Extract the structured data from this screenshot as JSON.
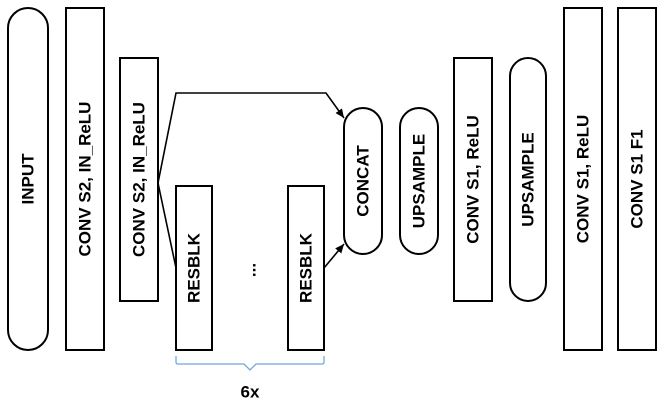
{
  "diagram": {
    "blocks": {
      "input": "INPUT",
      "conv1": "CONV S2, IN_ReLU",
      "conv2": "CONV S2, IN_ReLU",
      "resblk_first": "RESBLK",
      "ellipsis": "...",
      "resblk_last": "RESBLK",
      "concat": "CONCAT",
      "upsample1": "UPSAMPLE",
      "conv3": "CONV S1, ReLU",
      "upsample2": "UPSAMPLE",
      "conv4": "CONV S1, ReLU",
      "conv5": "CONV S1 F1"
    },
    "repeat_label": "6x",
    "colors": {
      "stroke": "#000000",
      "brace": "#6fa8dc"
    }
  }
}
